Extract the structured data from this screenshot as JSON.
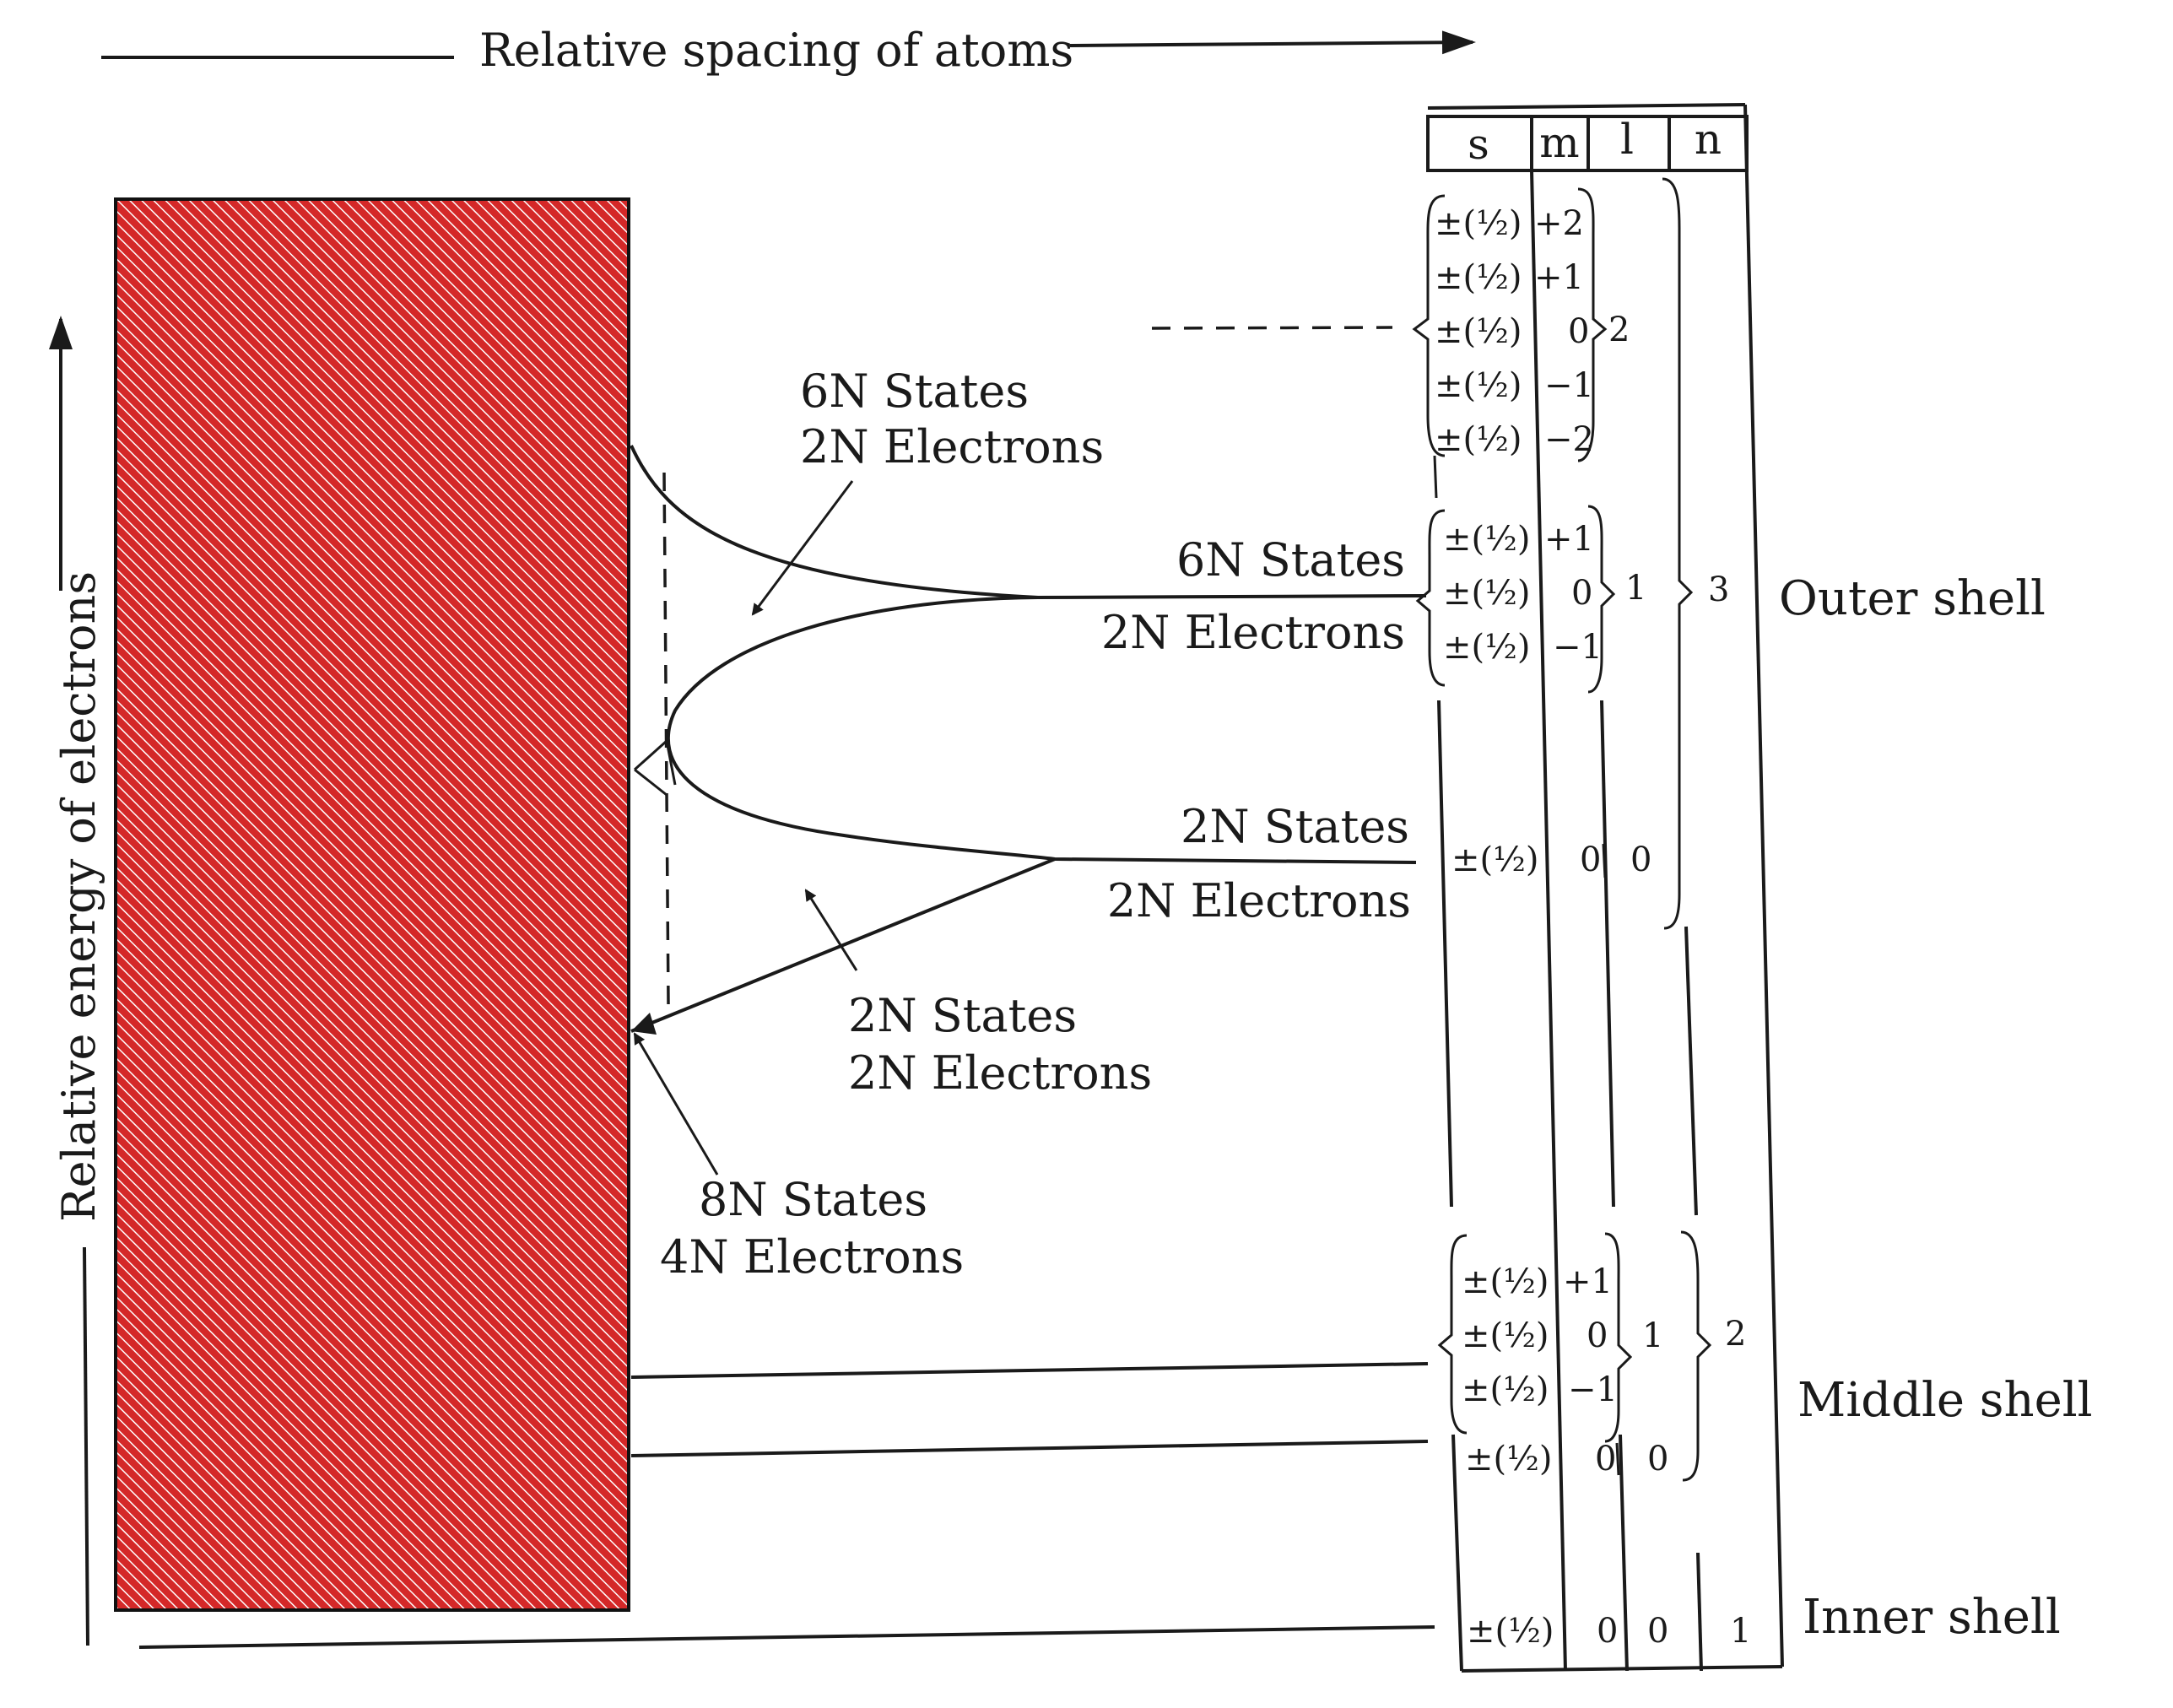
{
  "axes": {
    "x_label": "Relative spacing of atoms",
    "y_label": "Relative energy of electrons"
  },
  "band_labels": {
    "upper_band_arrow": [
      "6N States",
      "2N Electrons"
    ],
    "outer_p_level": [
      "6N States",
      "2N Electrons"
    ],
    "outer_s_level": [
      "2N States",
      "2N Electrons"
    ],
    "lower_band_arrow": [
      "2N States",
      "2N Electrons"
    ],
    "merged_band": [
      "8N States",
      "4N Electrons"
    ]
  },
  "table": {
    "headers": {
      "s": "s",
      "m": "m",
      "l": "l",
      "n": "n"
    },
    "spin": "±(½)",
    "d_group": {
      "m": [
        "+2",
        "+1",
        "0",
        "−1",
        "−2"
      ],
      "l": "2"
    },
    "outer_p_group": {
      "m": [
        "+1",
        "0",
        "−1"
      ],
      "l": "1"
    },
    "outer_s_group": {
      "m": "0",
      "l": "0"
    },
    "outer_n": "3",
    "middle_p_group": {
      "m": [
        "+1",
        "0",
        "−1"
      ],
      "l": "1"
    },
    "middle_s_group": {
      "m": "0",
      "l": "0"
    },
    "middle_n": "2",
    "inner_group": {
      "m": "0",
      "l": "0",
      "n": "1"
    }
  },
  "shells": {
    "outer": "Outer shell",
    "middle": "Middle shell",
    "inner": "Inner shell"
  },
  "colors": {
    "ink": "#1a1a1a",
    "band_fill": "#d42828",
    "band_hatch": "#ffffff"
  }
}
